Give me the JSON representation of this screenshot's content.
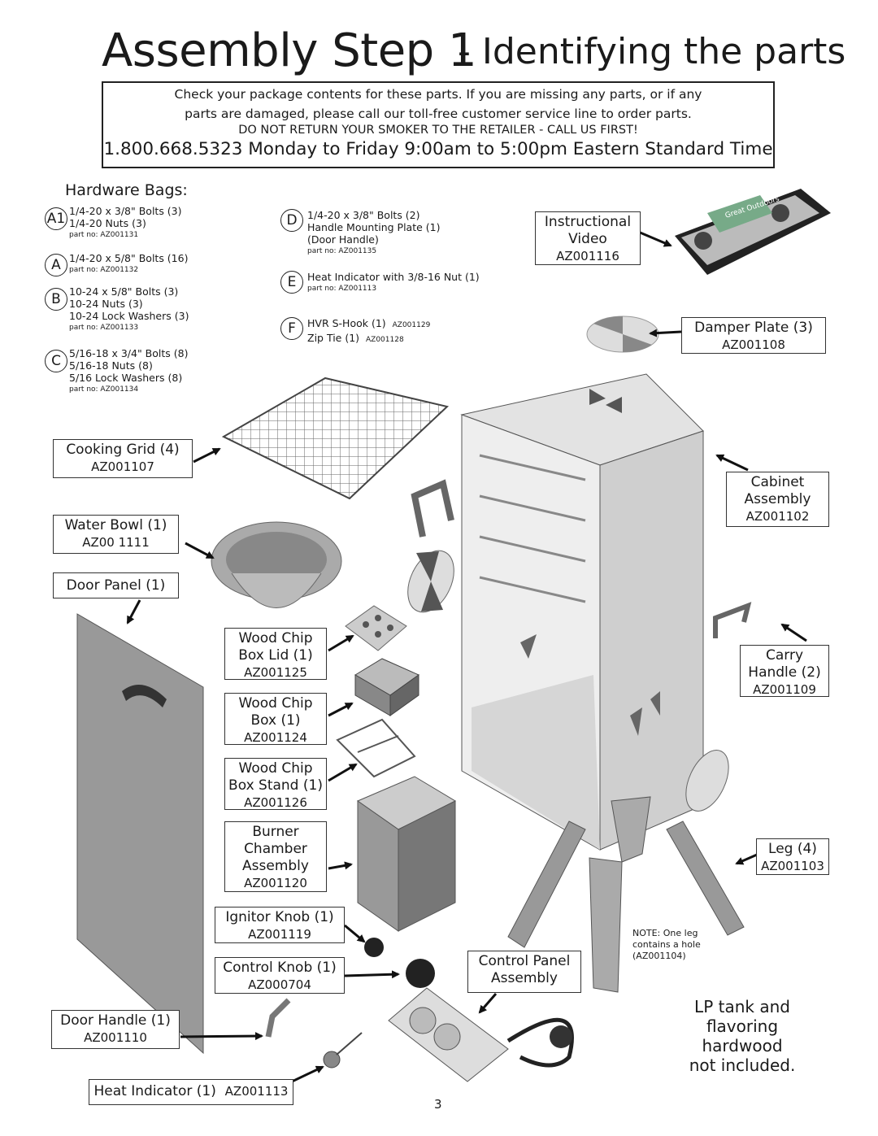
{
  "title": {
    "main": "Assembly Step 1",
    "sub": "- Identifying the parts"
  },
  "notice": {
    "line1": "Check your package contents for these parts. If you are missing any parts, or if any",
    "line2": "parts are damaged, please call our toll-free customer service line to order parts.",
    "line3": "DO NOT RETURN YOUR SMOKER TO THE RETAILER - CALL US FIRST!",
    "line4": "1.800.668.5323 Monday to Friday 9:00am to 5:00pm Eastern Standard Time"
  },
  "hardware": {
    "title": "Hardware Bags:",
    "bags": [
      {
        "letter": "A1",
        "lines": [
          "1/4-20 x 3/8\" Bolts (3)",
          "1/4-20 Nuts (3)"
        ],
        "part": "part no: AZ001131"
      },
      {
        "letter": "A",
        "lines": [
          "1/4-20 x 5/8\" Bolts (16)"
        ],
        "part": "part no: AZ001132"
      },
      {
        "letter": "B",
        "lines": [
          "10-24 x 5/8\" Bolts (3)",
          "10-24 Nuts (3)",
          "10-24 Lock Washers (3)"
        ],
        "part": "part no: AZ001133"
      },
      {
        "letter": "C",
        "lines": [
          "5/16-18 x 3/4\" Bolts (8)",
          "5/16-18 Nuts (8)",
          "5/16 Lock Washers (8)"
        ],
        "part": "part no: AZ001134"
      },
      {
        "letter": "D",
        "lines": [
          "1/4-20 x 3/8\" Bolts (2)",
          "Handle Mounting  Plate (1)",
          "(Door Handle)"
        ],
        "part": "part no: AZ001135"
      },
      {
        "letter": "E",
        "lines": [
          "Heat Indicator with 3/8-16 Nut (1)"
        ],
        "part": "part no: AZ001113"
      },
      {
        "letter": "F",
        "lines": [
          "HVR  S-Hook (1)",
          "Zip Tie (1)"
        ],
        "codes": [
          "AZ001129",
          "AZ001128"
        ]
      }
    ]
  },
  "labels": {
    "video": {
      "name1": "Instructional",
      "name2": "Video",
      "code": "AZ001116"
    },
    "damper": {
      "name": "Damper Plate (3)",
      "code": "AZ001108"
    },
    "cooking_grid": {
      "name": "Cooking Grid (4)",
      "code": "AZ001107"
    },
    "cabinet": {
      "name1": "Cabinet",
      "name2": "Assembly",
      "code": "AZ001102"
    },
    "water_bowl": {
      "name": "Water Bowl (1)",
      "code": "AZ00 1111"
    },
    "door_panel": {
      "name": "Door Panel (1)"
    },
    "chip_lid": {
      "name1": "Wood Chip",
      "name2": "Box Lid (1)",
      "code": "AZ001125"
    },
    "chip_box": {
      "name1": "Wood Chip",
      "name2": "Box (1)",
      "code": "AZ001124"
    },
    "chip_stand": {
      "name1": "Wood Chip",
      "name2": "Box Stand (1)",
      "code": "AZ001126"
    },
    "carry_handle": {
      "name1": "Carry",
      "name2": "Handle (2)",
      "code": "AZ001109"
    },
    "burner": {
      "name1": "Burner",
      "name2": "Chamber",
      "name3": "Assembly",
      "code": "AZ001120"
    },
    "leg": {
      "name": "Leg (4)",
      "code": "AZ001103"
    },
    "ignitor": {
      "name": "Ignitor Knob (1)",
      "code": "AZ001119"
    },
    "control_knob": {
      "name": "Control Knob (1)",
      "code": "AZ000704"
    },
    "control_panel": {
      "name1": "Control Panel",
      "name2": "Assembly"
    },
    "door_handle": {
      "name": "Door Handle (1)",
      "code": "AZ001110"
    },
    "heat_indicator": {
      "name": "Heat Indicator (1)",
      "code": "AZ001113"
    }
  },
  "note": {
    "line1": "NOTE: One leg",
    "line2": "contains a hole",
    "line3": "(AZ001104)"
  },
  "lp": {
    "line1": "LP tank and",
    "line2": "flavoring",
    "line3": "hardwood",
    "line4": "not included."
  },
  "video_tape_brand": "Great Outdoors",
  "page_number": "3"
}
